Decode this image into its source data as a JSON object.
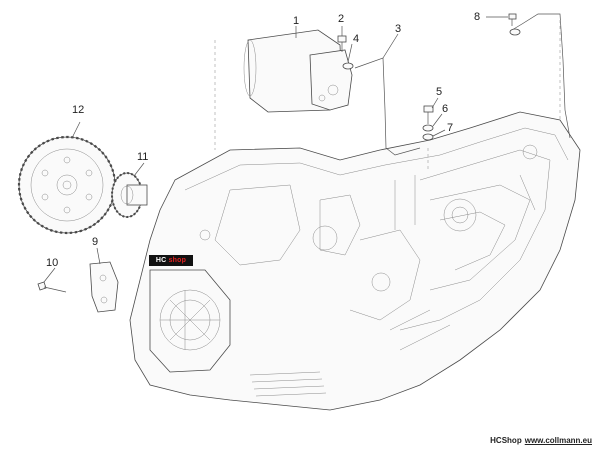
{
  "callouts": [
    {
      "id": "1",
      "label": "1"
    },
    {
      "id": "2",
      "label": "2"
    },
    {
      "id": "3",
      "label": "3"
    },
    {
      "id": "4",
      "label": "4"
    },
    {
      "id": "5",
      "label": "5"
    },
    {
      "id": "6",
      "label": "6"
    },
    {
      "id": "7",
      "label": "7"
    },
    {
      "id": "8",
      "label": "8"
    },
    {
      "id": "9",
      "label": "9"
    },
    {
      "id": "10",
      "label": "10"
    },
    {
      "id": "11",
      "label": "11"
    },
    {
      "id": "12",
      "label": "12"
    }
  ],
  "watermark": {
    "prefix": "HC",
    "accent": "shop"
  },
  "footer": {
    "brand": "HCShop",
    "url": "www.collmann.eu"
  },
  "colors": {
    "line": "#4a4a4a",
    "accent": "#e02020",
    "badge": "#111111"
  }
}
